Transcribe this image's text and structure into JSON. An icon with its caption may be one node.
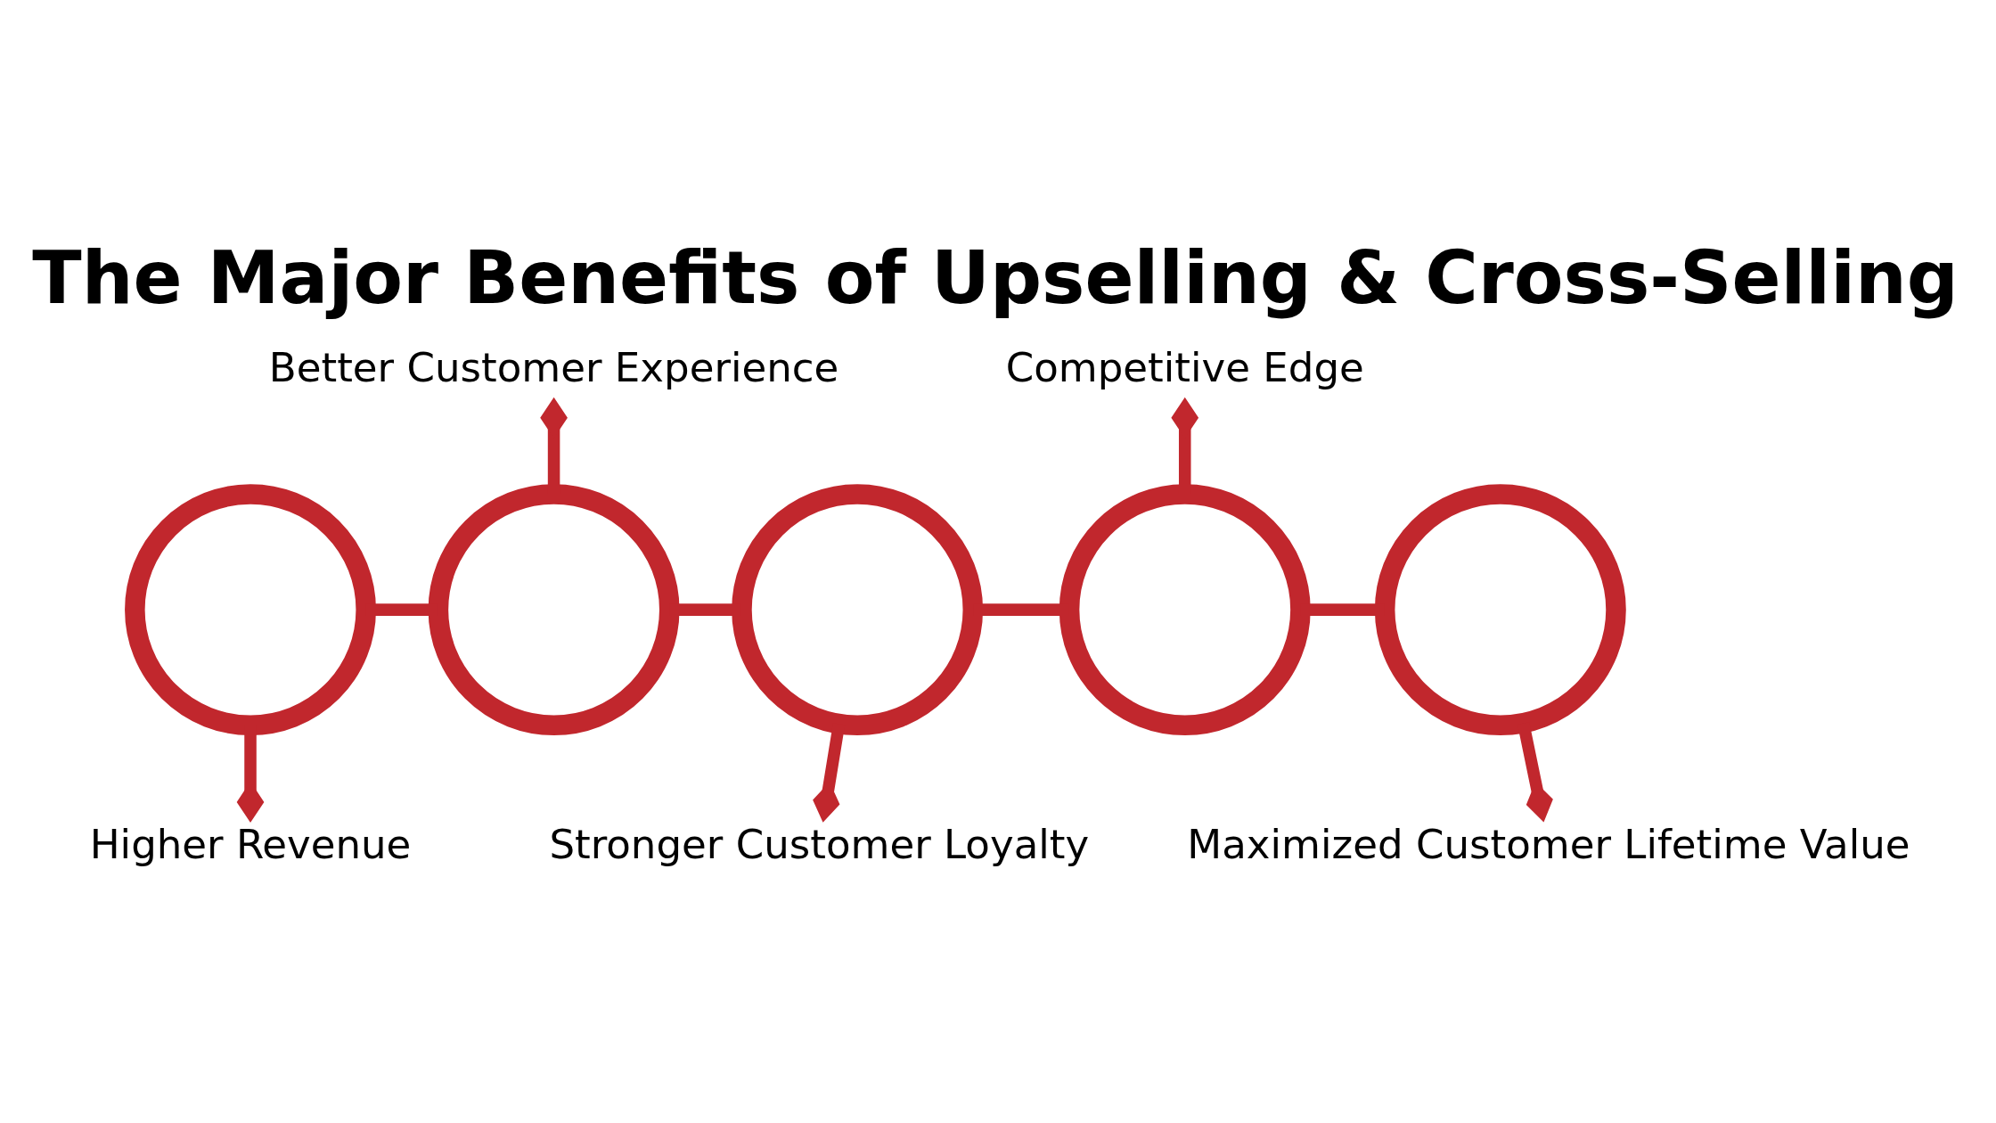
{
  "diagram": {
    "title": "The Major Benefits of Upselling & Cross-Selling",
    "nodes": [
      {
        "text": [],
        "shape": "circle"
      },
      {
        "text": [],
        "shape": "circle"
      },
      {
        "text": [],
        "shape": "circle"
      },
      {
        "text": [],
        "shape": "circle"
      },
      {
        "text": [],
        "shape": "circle"
      },
      {
        "text": [
          "Higher Revenue"
        ]
      },
      {
        "text": [
          "Better Customer Experience"
        ]
      },
      {
        "text": [
          "Stronger Customer Loyalty"
        ]
      },
      {
        "text": [
          "Competitive Edge"
        ]
      },
      {
        "text": [
          "Maximized Customer Lifetime Value"
        ]
      }
    ],
    "edges": [
      {
        "from": 0,
        "to": 1,
        "arrow": "none"
      },
      {
        "from": 1,
        "to": 2,
        "arrow": "none"
      },
      {
        "from": 2,
        "to": 3,
        "arrow": "none"
      },
      {
        "from": 3,
        "to": 4,
        "arrow": "none"
      },
      {
        "from": 0,
        "to": 5,
        "arrow": "other"
      },
      {
        "from": 1,
        "to": 6,
        "arrow": "other"
      },
      {
        "from": 2,
        "to": 7,
        "arrow": "other"
      },
      {
        "from": 3,
        "to": 8,
        "arrow": "other"
      },
      {
        "from": 4,
        "to": 9,
        "arrow": "other"
      }
    ]
  }
}
